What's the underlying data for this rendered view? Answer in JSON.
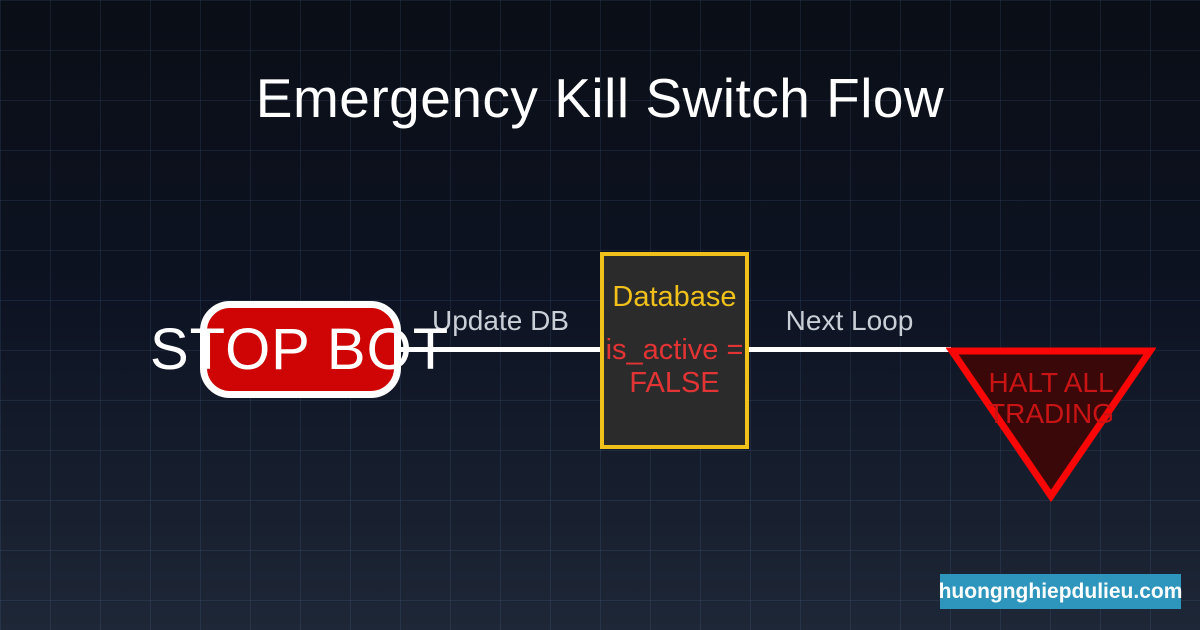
{
  "title": "Emergency Kill Switch Flow",
  "flow": {
    "start_node": {
      "label": "STOP BOT"
    },
    "edge_update": {
      "label": "Update DB"
    },
    "database_node": {
      "title": "Database",
      "value": "is_active = FALSE"
    },
    "edge_next": {
      "label": "Next Loop"
    },
    "end_node": {
      "label": "HALT ALL TRADING"
    }
  },
  "watermark": {
    "text": "huongnghiepdulieu.com"
  },
  "colors": {
    "background_top": "#0a0e16",
    "background_bottom": "#1e2737",
    "grid_line": "#2a3a52",
    "title_text": "#ffffff",
    "stop_node_fill": "#cf0505",
    "stop_node_border": "#ffffff",
    "connector": "#ffffff",
    "edge_label": "#c9ced7",
    "database_fill": "#2b2b2b",
    "database_border": "#f0c11a",
    "database_title": "#f0c11a",
    "database_value": "#e23434",
    "halt_fill": "#3a0808",
    "halt_border": "#fb0606",
    "halt_text": "#c81414",
    "watermark_bg": "#2e96bd",
    "watermark_text": "#ffffff"
  }
}
